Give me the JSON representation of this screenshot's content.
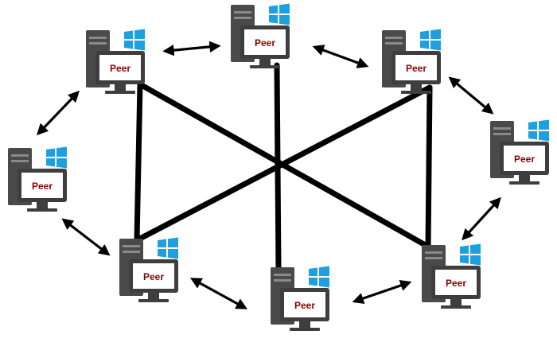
{
  "peer_label": "Peer",
  "colors": {
    "tower": "#4a4a4a",
    "tower_slot": "#8a8a8a",
    "monitor_frame": "#3e3e3e",
    "monitor_screen": "#ffffff",
    "label_text": "#8b0000",
    "windows_logo": "#1e9fe0",
    "line": "#000000",
    "arrow": "#000000"
  },
  "icons": {
    "computer": "desktop-computer-icon",
    "os_logo": "windows-logo-icon"
  },
  "peers": [
    {
      "id": "peer-top-left"
    },
    {
      "id": "peer-top-center"
    },
    {
      "id": "peer-top-right"
    },
    {
      "id": "peer-left"
    },
    {
      "id": "peer-right"
    },
    {
      "id": "peer-bottom-left"
    },
    {
      "id": "peer-bottom-center"
    },
    {
      "id": "peer-bottom-right"
    }
  ],
  "mesh_links": [
    {
      "from": "peer-top-left",
      "to": "peer-bottom-right"
    },
    {
      "from": "peer-top-right",
      "to": "peer-bottom-left"
    },
    {
      "from": "peer-top-center",
      "to": "peer-bottom-center"
    },
    {
      "from": "peer-top-left",
      "to": "peer-bottom-left"
    },
    {
      "from": "peer-top-right",
      "to": "peer-bottom-right"
    }
  ],
  "ring_links": [
    {
      "from": "peer-top-left",
      "to": "peer-top-center"
    },
    {
      "from": "peer-top-center",
      "to": "peer-top-right"
    },
    {
      "from": "peer-top-right",
      "to": "peer-right"
    },
    {
      "from": "peer-right",
      "to": "peer-bottom-right"
    },
    {
      "from": "peer-bottom-right",
      "to": "peer-bottom-center"
    },
    {
      "from": "peer-bottom-center",
      "to": "peer-bottom-left"
    },
    {
      "from": "peer-bottom-left",
      "to": "peer-left"
    },
    {
      "from": "peer-left",
      "to": "peer-top-left"
    }
  ]
}
